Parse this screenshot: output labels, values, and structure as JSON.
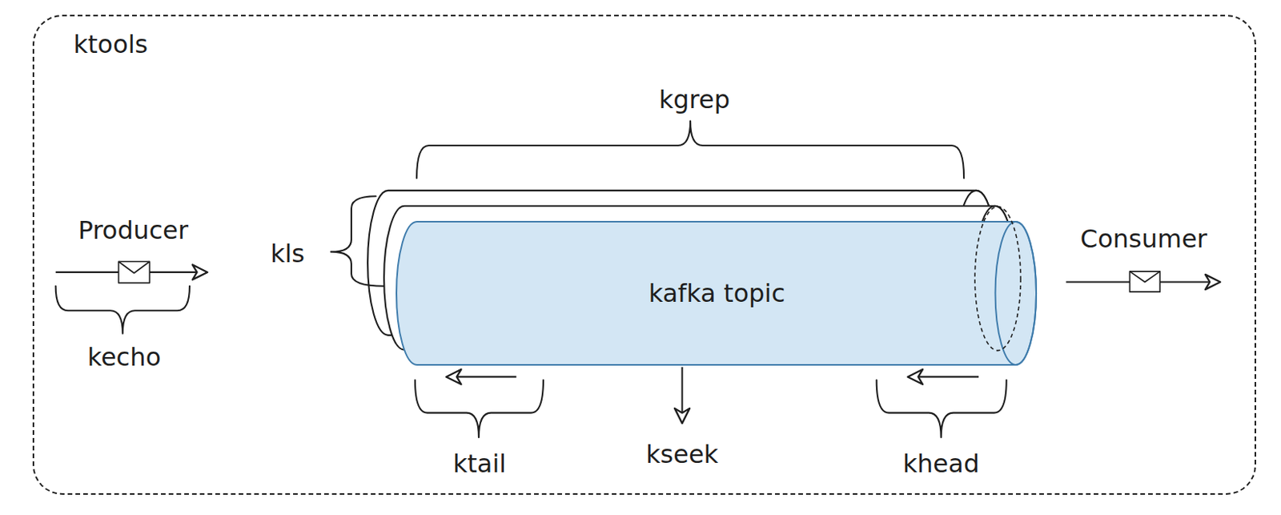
{
  "diagram": {
    "nodes": [
      {
        "text": [
          "ktools"
        ]
      },
      {
        "text": [
          "kafka topic"
        ],
        "in": 0
      }
    ],
    "labels": [
      "kgrep",
      "Producer",
      "Consumer",
      "kls",
      "kecho",
      "kseek",
      "ktail",
      "khead"
    ]
  }
}
